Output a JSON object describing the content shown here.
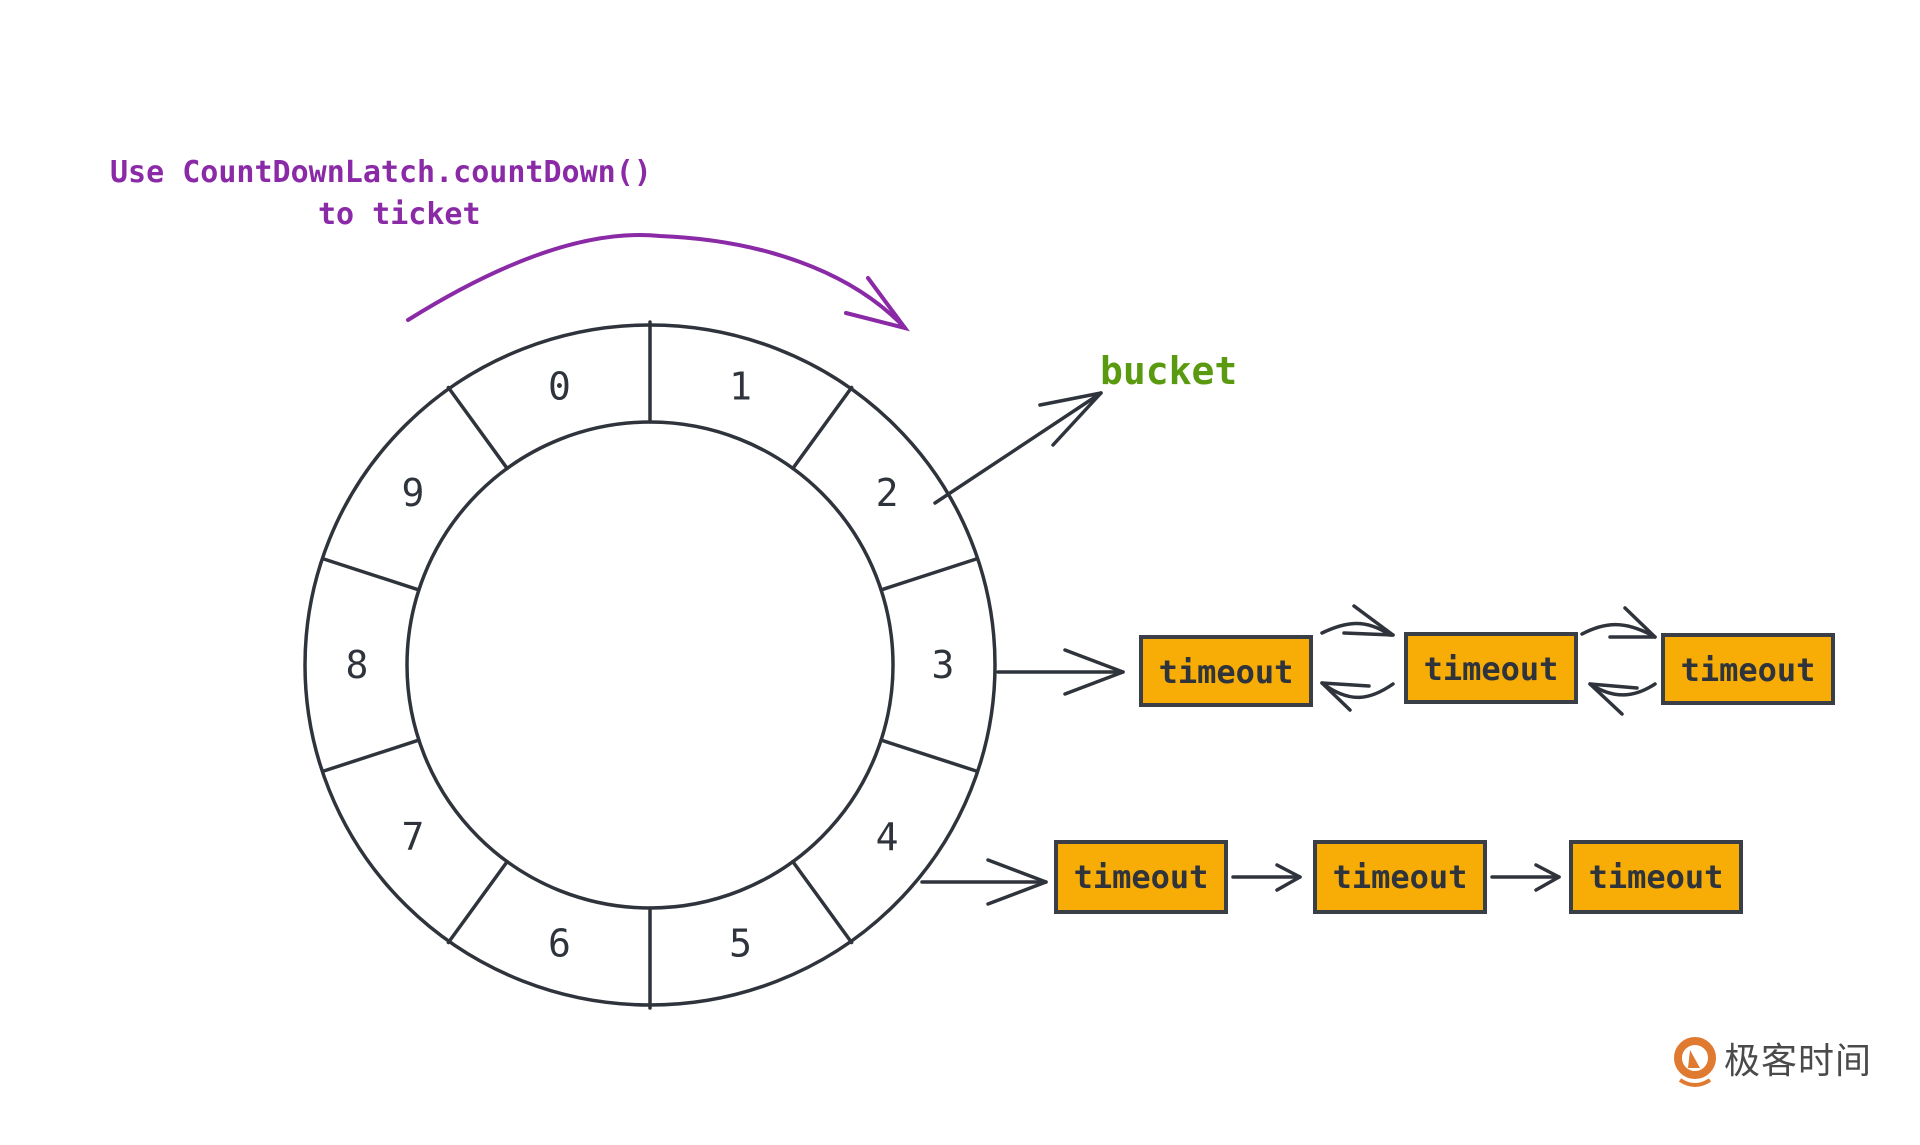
{
  "caption": {
    "line1": "Use CountDownLatch.countDown()",
    "line2": "to ticket"
  },
  "bucket_label": "bucket",
  "wheel": {
    "slots": [
      "0",
      "1",
      "2",
      "3",
      "4",
      "5",
      "6",
      "7",
      "8",
      "9"
    ]
  },
  "lists": [
    {
      "slot": "3",
      "type": "doubly-linked",
      "nodes": [
        "timeout",
        "timeout",
        "timeout"
      ]
    },
    {
      "slot": "4",
      "type": "singly-linked",
      "nodes": [
        "timeout",
        "timeout",
        "timeout"
      ]
    }
  ],
  "colors": {
    "caption": "#8a2aa6",
    "bucket": "#5a9a10",
    "node_fill": "#f8ad06",
    "line": "#2f343c"
  },
  "logo": {
    "text": "极客时间"
  }
}
